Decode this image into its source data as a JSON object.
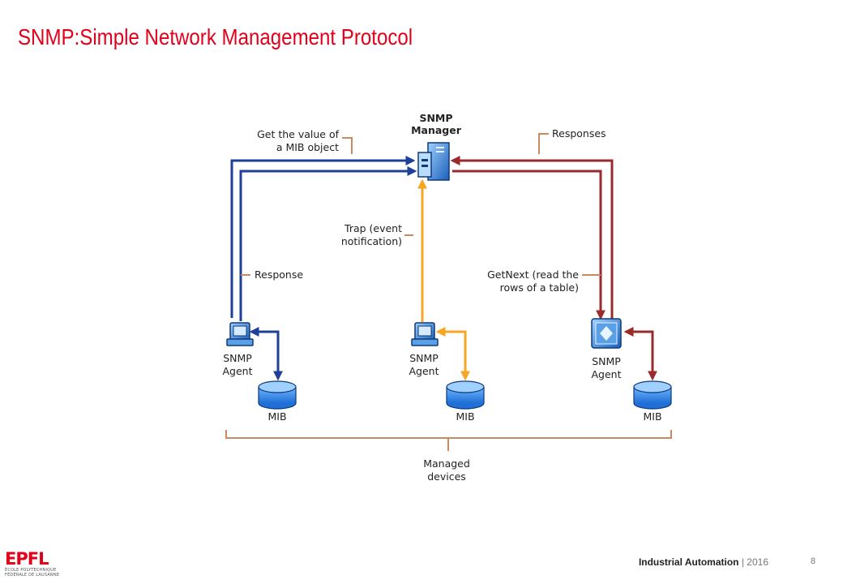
{
  "slide": {
    "title": "SNMP:Simple Network Management Protocol"
  },
  "diagram": {
    "manager_label": [
      "SNMP",
      "Manager"
    ],
    "annotations": {
      "get": [
        "Get the value of",
        "a MIB object"
      ],
      "responses": "Responses",
      "trap": [
        "Trap (event",
        "notification)"
      ],
      "response": "Response",
      "getnext": [
        "GetNext (read the",
        "rows of a table)"
      ]
    },
    "agents": [
      {
        "label": [
          "SNMP",
          "Agent"
        ],
        "mib": "MIB"
      },
      {
        "label": [
          "SNMP",
          "Agent"
        ],
        "mib": "MIB"
      },
      {
        "label": [
          "SNMP",
          "Agent"
        ],
        "mib": "MIB"
      }
    ],
    "managed_devices": [
      "Managed",
      "devices"
    ],
    "colors": {
      "blue": "#1e3f9a",
      "orange": "#f5a623",
      "red": "#9b2b2b",
      "bracket": "#c98a62"
    }
  },
  "footer": {
    "logo_text": "EPFL",
    "logo_sub": [
      "ÉCOLE POLYTECHNIQUE",
      "FÉDÉRALE DE LAUSANNE"
    ],
    "course": "Industrial Automation",
    "separator": " | ",
    "year": "2016",
    "page_number": "8"
  }
}
